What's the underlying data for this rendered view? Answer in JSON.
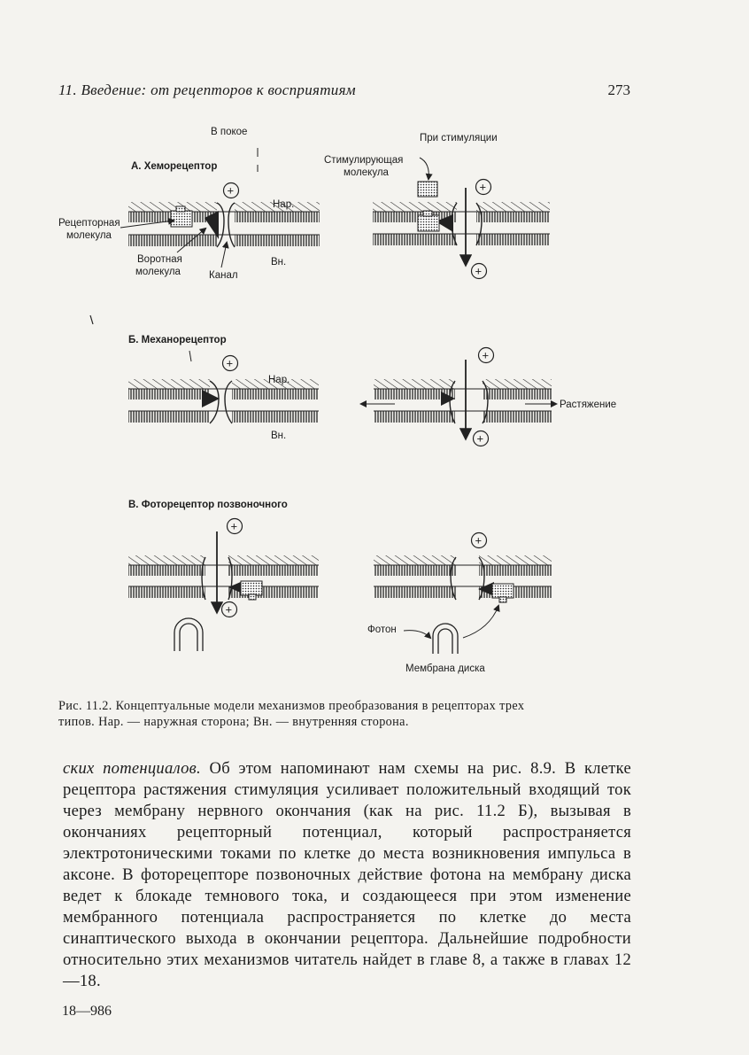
{
  "header": {
    "title": "11. Введение: от рецепторов к восприятиям",
    "page_number": "273"
  },
  "figure": {
    "col_rest": "В покое",
    "col_stim": "При стимуляции",
    "panel_a": "А. Хеморецептор",
    "panel_b": "Б. Механорецептор",
    "panel_c": "В. Фоторецептор позвоночного",
    "stim_molecule": [
      "Стимулирующая",
      "молекула"
    ],
    "receptor_molecule": [
      "Рецепторная",
      "молекула"
    ],
    "gate_molecule": [
      "Воротная",
      "молекула"
    ],
    "channel": "Канал",
    "outside": "Нар.",
    "inside": "Вн.",
    "stretch": "Растяжение",
    "photon": "Фотон",
    "disk_membrane": "Мембрана диска",
    "plus": "+"
  },
  "caption": "Рис. 11.2. Концептуальные модели механизмов преобразования в рецепторах трех типов. Нар. — наружная сторона; Вн. — внутренняя сторона.",
  "body": {
    "lead_italic": "ских потенциалов.",
    "text": " Об этом напоминают нам схемы на рис. 8.9. В клетке рецептора растяжения стимуляция усиливает положительный входящий ток через мембрану нервного окончания (как на рис. 11.2 Б), вызывая в окончаниях рецепторный потенциал, который распространяется электротоническими токами по клетке до места возникновения импульса в аксоне. В фоторецепторе позвоночных действие фотона на мембрану диска ведет к блокаде темнового тока, и создающееся при этом изменение мембранного потенциала распространяется по клетке до места синаптического выхода в окончании рецептора. Дальнейшие подробности относительно этих механизмов читатель найдет в главе 8, а также в главах 12—18."
  },
  "footer": {
    "code": "18—986"
  }
}
